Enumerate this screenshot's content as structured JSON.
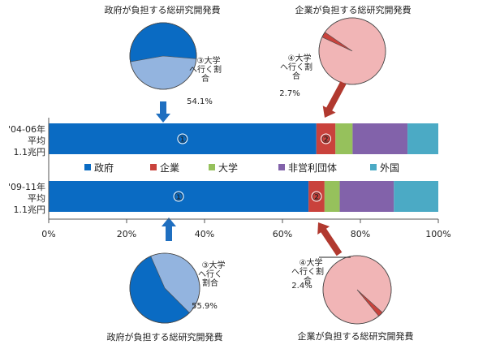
{
  "chart_data": {
    "type": "bar",
    "orientation": "horizontal",
    "stacked": true,
    "xlim": [
      0,
      100
    ],
    "x_ticks": [
      "0%",
      "20%",
      "40%",
      "60%",
      "80%",
      "100%"
    ],
    "categories": [
      {
        "lines": [
          "'04-06年",
          "平均",
          "1.1兆円"
        ]
      },
      {
        "lines": [
          "'09-11年",
          "平均",
          "1.1兆円"
        ]
      }
    ],
    "series": [
      {
        "name": "政府",
        "color": "#0a6bc3",
        "values": [
          68.7,
          66.7
        ]
      },
      {
        "name": "企業",
        "color": "#c9423c",
        "values": [
          4.9,
          4.1
        ]
      },
      {
        "name": "大学",
        "color": "#96c15c",
        "values": [
          4.4,
          3.9
        ]
      },
      {
        "name": "非営利団体",
        "color": "#8262aa",
        "values": [
          14.1,
          13.9
        ]
      },
      {
        "name": "外国",
        "color": "#4baac5",
        "values": [
          7.9,
          11.4
        ]
      }
    ],
    "bar_markers": [
      {
        "label": "①",
        "series": 0
      },
      {
        "label": "②",
        "series": 1
      }
    ],
    "grid": false,
    "legend_position": "between-bars"
  },
  "pies": [
    {
      "title": "政府が負担する総研究開発費",
      "label_lines": [
        "③大学",
        "へ行く割",
        "合"
      ],
      "value_text": "54.1%",
      "share": 54.1,
      "main_color": "#93b4df",
      "slice_color": "#0a6bc3"
    },
    {
      "title": "企業が負担する総研究開発費",
      "label_lines": [
        "④大学",
        "へ行く割",
        "合"
      ],
      "value_text": "2.7%",
      "share": 2.7,
      "main_color": "#f1b5b6",
      "slice_color": "#c9423c"
    },
    {
      "title": "政府が負担する総研究開発費",
      "label_lines": [
        "③大学",
        "へ行く",
        "割合"
      ],
      "value_text": "55.9%",
      "share": 55.9,
      "main_color": "#93b4df",
      "slice_color": "#0a6bc3"
    },
    {
      "title": "企業が負担する総研究開発費",
      "label_lines": [
        "④大学",
        "へ行く割",
        "合"
      ],
      "value_text": "2.4%",
      "share": 2.4,
      "main_color": "#f1b5b6",
      "slice_color": "#c9423c"
    }
  ],
  "colors": {
    "arrow_blue": "#1f6fc0",
    "arrow_red": "#b1392f",
    "axis": "#555555"
  }
}
